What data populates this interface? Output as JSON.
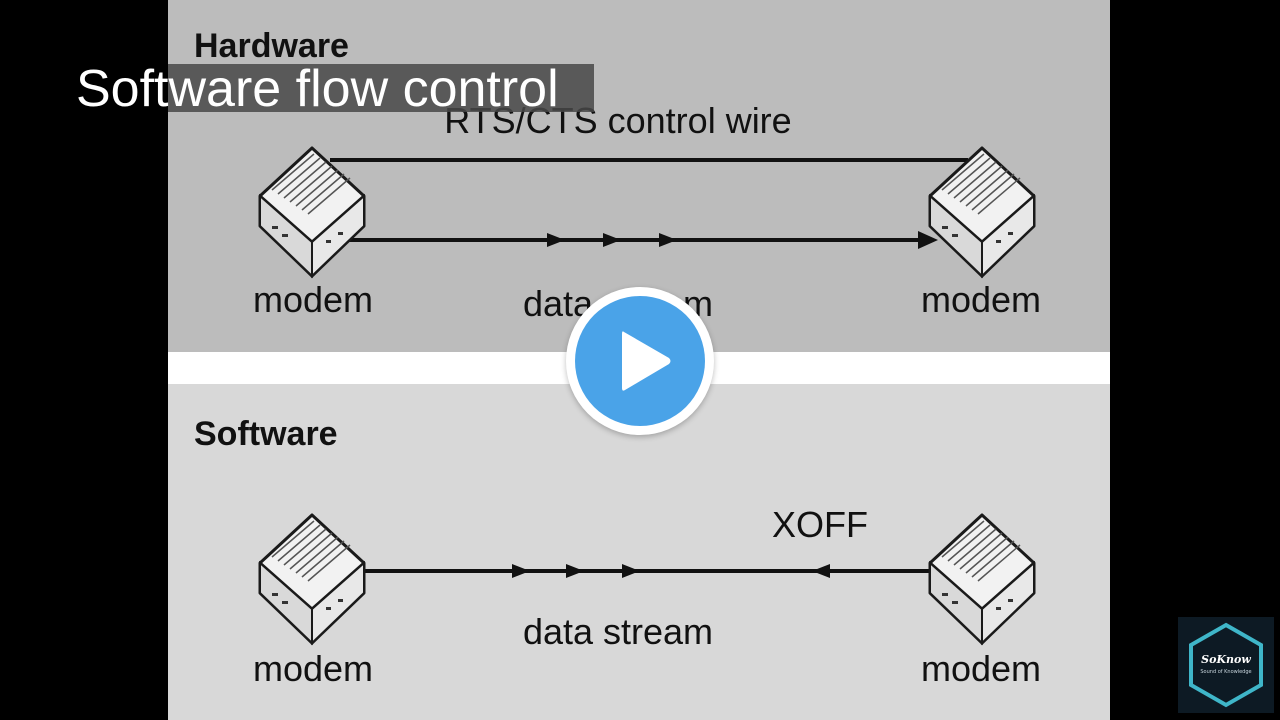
{
  "video": {
    "title": "Software flow control"
  },
  "hardware_panel": {
    "heading": "Hardware",
    "wire_label": "RTS/CTS control wire",
    "left_label": "modem",
    "right_label": "modem",
    "stream_label": "data stream"
  },
  "software_panel": {
    "heading": "Software",
    "signal_label": "XOFF",
    "left_label": "modem",
    "right_label": "modem",
    "stream_label": "data stream"
  },
  "player": {
    "play_icon": "play-icon",
    "accent_color": "#4aa3e8"
  },
  "channel_logo": {
    "name": "SoKnow",
    "tagline": "Sound of Knowledge"
  },
  "colors": {
    "page_background": "#000000",
    "hardware_panel": "#bcbcbc",
    "software_panel": "#d8d8d8",
    "divider": "#ffffff",
    "ink": "#111111"
  }
}
